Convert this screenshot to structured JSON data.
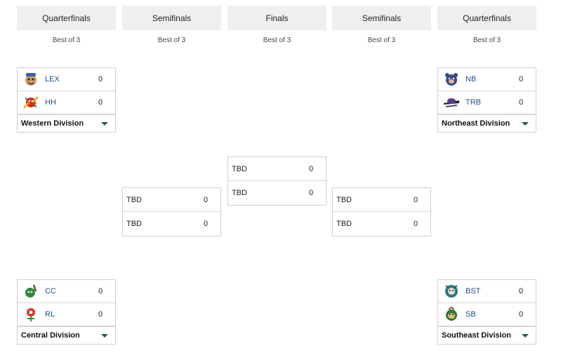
{
  "columns": [
    {
      "title": "Quarterfinals",
      "subtitle": "Best of 3"
    },
    {
      "title": "Semifinals",
      "subtitle": "Best of 3"
    },
    {
      "title": "Finals",
      "subtitle": "Best of 3"
    },
    {
      "title": "Semifinals",
      "subtitle": "Best of 3"
    },
    {
      "title": "Quarterfinals",
      "subtitle": "Best of 3"
    }
  ],
  "series": {
    "western": {
      "division": "Western Division",
      "teams": [
        {
          "abbr": "LEX",
          "score": "0",
          "logo": "lex-logo-icon"
        },
        {
          "abbr": "HH",
          "score": "0",
          "logo": "hh-logo-icon"
        }
      ]
    },
    "central": {
      "division": "Central Division",
      "teams": [
        {
          "abbr": "CC",
          "score": "0",
          "logo": "cc-logo-icon"
        },
        {
          "abbr": "RL",
          "score": "0",
          "logo": "rl-logo-icon"
        }
      ]
    },
    "northeast": {
      "division": "Northeast Division",
      "teams": [
        {
          "abbr": "NB",
          "score": "0",
          "logo": "nb-logo-icon"
        },
        {
          "abbr": "TRB",
          "score": "0",
          "logo": "trb-logo-icon"
        }
      ]
    },
    "southeast": {
      "division": "Southeast Division",
      "teams": [
        {
          "abbr": "BST",
          "score": "0",
          "logo": "bst-logo-icon"
        },
        {
          "abbr": "SB",
          "score": "0",
          "logo": "sb-logo-icon"
        }
      ]
    },
    "semi_left": {
      "teams": [
        {
          "abbr": "TBD",
          "score": "0"
        },
        {
          "abbr": "TBD",
          "score": "0"
        }
      ]
    },
    "finals": {
      "teams": [
        {
          "abbr": "TBD",
          "score": "0"
        },
        {
          "abbr": "TBD",
          "score": "0"
        }
      ]
    },
    "semi_right": {
      "teams": [
        {
          "abbr": "TBD",
          "score": "0"
        },
        {
          "abbr": "TBD",
          "score": "0"
        }
      ]
    }
  }
}
